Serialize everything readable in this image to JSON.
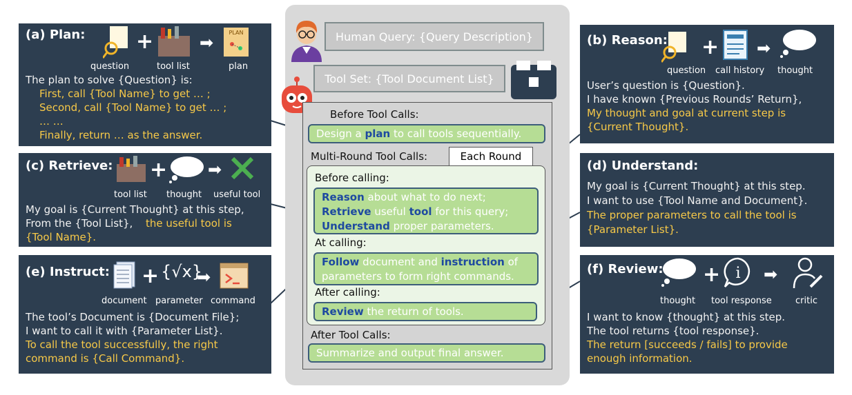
{
  "center": {
    "human_query": "Human Query: {Query Description}",
    "tool_set": "Tool Set: {Tool Document List}",
    "before_tool_calls": "Before Tool Calls:",
    "plan_line_pre": "Design a",
    "plan_line_key": "plan",
    "plan_line_post": "to call tools sequentially.",
    "multi_round": "Multi-Round Tool Calls:",
    "each_round": "Each Round",
    "before_calling": "Before calling:",
    "reason_key": "Reason",
    "reason_rest": "about what to do next;",
    "retrieve_key": "Retrieve",
    "retrieve_mid": "useful",
    "retrieve_tool": "tool",
    "retrieve_rest": "for this query;",
    "understand_key": "Understand",
    "understand_rest": "proper parameters.",
    "at_calling": "At calling:",
    "follow_key": "Follow",
    "follow_mid": "document and",
    "instruction_key": "instruction",
    "follow_rest": "of",
    "follow_line2": "parameters to form right commands.",
    "after_calling": "After calling:",
    "review_key": "Review",
    "review_rest": "the return of tools.",
    "after_tool_calls": "After Tool Calls:",
    "summarize": "Summarize and output final answer."
  },
  "plan": {
    "title": "(a) Plan:",
    "captions": [
      "question",
      "tool list",
      "plan"
    ],
    "icon_text": "PLAN",
    "lines": [
      "The plan to solve {Question} is:",
      "First, call {Tool Name} to get … ;",
      "Second, call {Tool Name} to get … ;",
      "… …",
      "Finally, return … as the answer."
    ]
  },
  "reason": {
    "title": "(b) Reason:",
    "captions": [
      "question",
      "call history",
      "thought"
    ],
    "lines": [
      "User’s question is {Question}.",
      "I have known {Previous Rounds’ Return},",
      "My thought and goal at current step is",
      "{Current Thought}."
    ]
  },
  "retrieve": {
    "title": "(c) Retrieve:",
    "captions": [
      "tool list",
      "thought",
      "useful tool"
    ],
    "lines": [
      "My goal is {Current Thought} at this step,",
      "From the {Tool List},",
      "the useful tool is",
      "{Tool Name}."
    ]
  },
  "understand": {
    "title": "(d) Understand:",
    "lines": [
      "My goal is {Current Thought} at this step.",
      "I want to use {Tool Name and Document}.",
      "The proper parameters to call the tool is",
      "{Parameter List}."
    ]
  },
  "instruct": {
    "title": "(e) Instruct:",
    "captions": [
      "document",
      "parameter",
      "command"
    ],
    "param_icon": "{√x}",
    "lines": [
      "The tool’s Document is {Document File};",
      "I want to call it with {Parameter List}.",
      "To call the tool successfully, the right",
      "command is {Call Command}."
    ]
  },
  "review": {
    "title": "(f) Review:",
    "captions": [
      "thought",
      "tool response",
      "critic"
    ],
    "info_icon": "i",
    "lines": [
      "I want to know {thought} at this step.",
      "The tool returns {tool response}.",
      "The return [succeeds / fails] to provide",
      "enough information."
    ]
  },
  "colors": {
    "panel": "#2d3e50",
    "highlight": "#f7c948",
    "green": "#b6dd95",
    "keyword": "#1e4aa0"
  }
}
